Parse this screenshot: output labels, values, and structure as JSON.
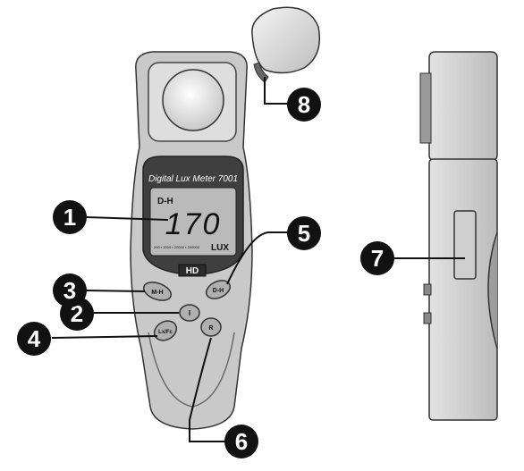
{
  "device": {
    "brand_label": "Digital Lux Meter 7001",
    "lcd_mode": "D-H",
    "lcd_reading": "170",
    "lcd_unit": "LUX",
    "lcd_scale": "200 ▪ 2000 ▪ 20000 ▪ 200000",
    "logo": "HD",
    "buttons": {
      "mh": "M-H",
      "power": "I",
      "lxfc": "Lx/Fc",
      "dh": "D-H",
      "r": "R"
    }
  },
  "callouts": [
    "1",
    "2",
    "3",
    "4",
    "5",
    "6",
    "7",
    "8"
  ],
  "colors": {
    "body_gray": "#c9c9c9",
    "dark_gray": "#5a5a5a",
    "lcd_bg": "#b9b9b9",
    "callout_fill": "#111111"
  }
}
